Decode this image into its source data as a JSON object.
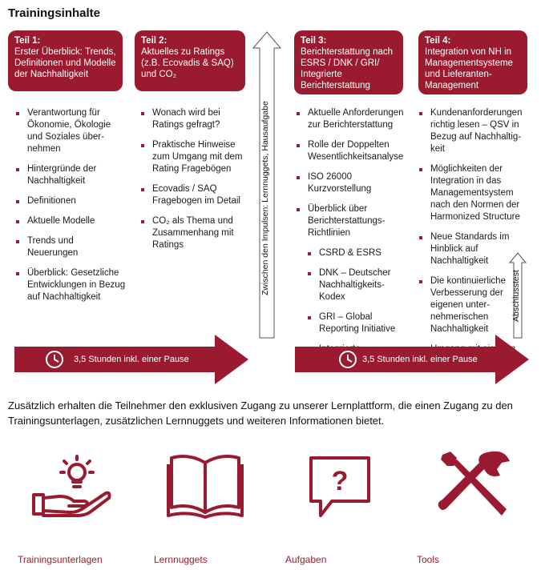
{
  "title": "Trainingsinhalte",
  "colors": {
    "accent": "#9a1b2f"
  },
  "modules": [
    {
      "head": "Teil 1:",
      "lines": [
        "Erster Überblick: Trends,",
        "Definitionen und Modelle",
        "der Nachhaltigkeit"
      ]
    },
    {
      "head": "Teil 2:",
      "lines": [
        "Aktuelles zu Ratings",
        "(z.B. Ecovadis & SAQ)",
        "und CO₂"
      ]
    },
    {
      "head": "Teil 3:",
      "lines": [
        "Berichterstattung nach",
        "ESRS / DNK / GRI/",
        "Integrierte",
        "Berichterstattung"
      ]
    },
    {
      "head": "Teil 4:",
      "lines": [
        "Integration von NH in",
        "Managementsysteme",
        "und Lieferanten-",
        "Management"
      ]
    }
  ],
  "lists": [
    [
      {
        "text": "Verantwortung für Ökonomie, Ökologie und Soziales über­nehmen"
      },
      {
        "text": "Hintergründe der Nachhaltigkeit"
      },
      {
        "text": "Definitionen"
      },
      {
        "text": "Aktuelle Modelle"
      },
      {
        "text": "Trends und Neuerungen"
      },
      {
        "text": "Überblick: Gesetzliche Entwicklungen in Bezug auf Nachhaltigkeit"
      }
    ],
    [
      {
        "text": "Wonach wird bei Ratings gefragt?"
      },
      {
        "text": "Praktische Hinweise zum Umgang mit dem Rating Fragebögen"
      },
      {
        "text": "Ecovadis / SAQ Fragebogen im Detail"
      },
      {
        "text": "CO₂ als Thema und Zusammenhang mit Ratings"
      }
    ],
    [
      {
        "text": "Aktuelle Anforderungen zur Berichterstattung"
      },
      {
        "text": "Rolle der Doppelten Wesentlichkeitsanalyse"
      },
      {
        "text": "ISO 26000 Kurzvorstellung"
      },
      {
        "text": "Überblick über Berichterstattungs-Richtlinien"
      },
      {
        "text": "CSRD & ESRS",
        "sub": true
      },
      {
        "text": "DNK – Deutscher Nachhaltigkeits-Kodex",
        "sub": true
      },
      {
        "text": "GRI – Global Reporting Initiative",
        "sub": true
      },
      {
        "text": "Integrierte Berichterstattung",
        "sub": true
      }
    ],
    [
      {
        "text": "Kundenanforderungen richtig lesen – QSV in Bezug auf Nachhaltig­keit"
      },
      {
        "text": "Möglichkeiten der Integration in das Managementsystem nach den Normen der Harmonized Structure"
      },
      {
        "text": "Neue Standards im Hinblick auf Nachhaltigkeit"
      },
      {
        "text": "Die kontinuierliche Verbesserung der eigenen unter­nehmerischen Nachhaltigkeit"
      },
      {
        "text": "Umgang mit eigenen Lieferanten"
      }
    ]
  ],
  "arrows": [
    "3,5 Stunden inkl. einer Pause",
    "3,5 Stunden inkl. einer Pause"
  ],
  "vertical_labels": [
    "Zwischen den Impulsen: Lernnuggets, Hausaufgabe",
    "Abschlusstest"
  ],
  "intro": "Zusätzlich erhalten die Teilnehmer den exklusiven Zugang zu unserer Lernplattform, die einen Zugang zu den Trainingsunterlagen, zusätzlichen Lernnuggets und weiteren Informationen bietet.",
  "features": [
    "Trainingsunterlagen",
    "Lernnuggets",
    "Aufgaben",
    "Tools"
  ]
}
